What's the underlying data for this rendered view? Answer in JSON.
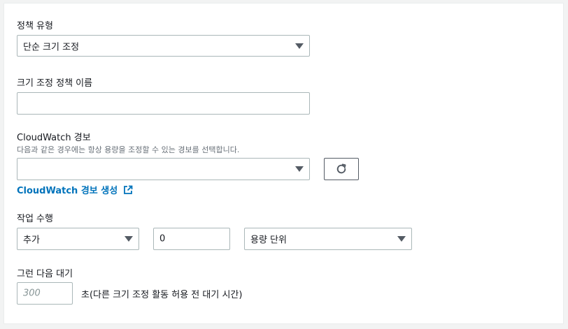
{
  "policy_type": {
    "label": "정책 유형",
    "selected": "단순 크기 조정"
  },
  "policy_name": {
    "label": "크기 조정 정책 이름",
    "value": ""
  },
  "cloudwatch_alarm": {
    "label": "CloudWatch 경보",
    "description": "다음과 같은 경우에는 항상 용량을 조정할 수 있는 경보를 선택합니다.",
    "selected": "",
    "create_link": "CloudWatch 경보 생성",
    "refresh_icon": "refresh-icon",
    "external_icon": "external-link-icon"
  },
  "action": {
    "label": "작업 수행",
    "operation": "추가",
    "amount": "0",
    "unit": "용량 단위"
  },
  "cooldown": {
    "label": "그런 다음 대기",
    "placeholder": "300",
    "suffix": "초(다른 크기 조정 활동 허용 전 대기 시간)"
  },
  "colors": {
    "link": "#0073bb",
    "border": "#aab7b8",
    "text": "#16191f",
    "secondary_text": "#687078"
  }
}
